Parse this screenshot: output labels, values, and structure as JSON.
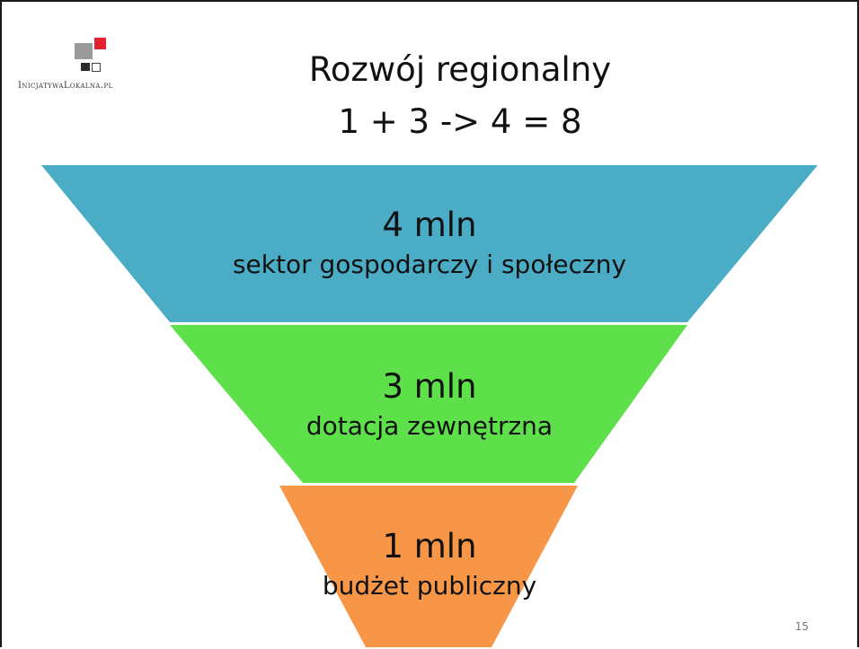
{
  "logo": {
    "text": "InicjatywaLokalna.pl"
  },
  "title": {
    "line1": "Rozwój regionalny",
    "line2": "1 + 3 -> 4 = 8"
  },
  "tiers": [
    {
      "value": "4 mln",
      "desc": "sektor gospodarczy i społeczny",
      "color": "#4bacc6"
    },
    {
      "value": "3 mln",
      "desc": "dotacja zewnętrzna",
      "color": "#5ee04a"
    },
    {
      "value": "1 mln",
      "desc": "budżet publiczny",
      "color": "#f79646"
    }
  ],
  "slide_number": "15"
}
